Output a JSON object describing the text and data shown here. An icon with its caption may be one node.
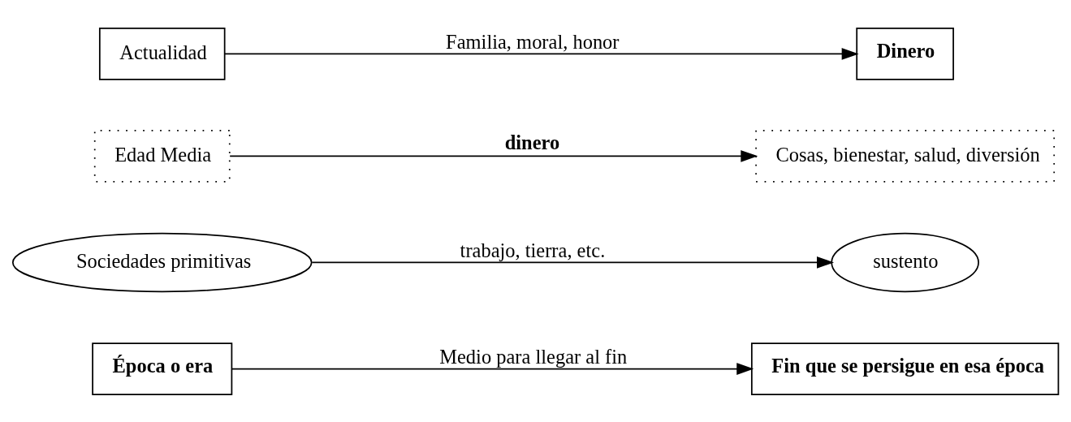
{
  "diagram": {
    "nodes": [
      {
        "text": [
          "Época o era"
        ]
      },
      {
        "text": [
          "Fin que se persigue en esa época"
        ]
      },
      {
        "text": [
          "Sociedades primitivas"
        ]
      },
      {
        "text": [
          "sustento"
        ]
      },
      {
        "text": [
          "Edad Media"
        ]
      },
      {
        "text": [
          "Cosas, bienestar, salud, diversión"
        ]
      },
      {
        "text": [
          "Actualidad"
        ]
      },
      {
        "text": [
          "Dinero"
        ]
      }
    ],
    "edges": [
      {
        "from": 0,
        "to": 1,
        "arrow": "to",
        "label": "Medio para llegar al fin"
      },
      {
        "from": 2,
        "to": 3,
        "arrow": "to",
        "label": "trabajo, tierra, etc."
      },
      {
        "from": 4,
        "to": 5,
        "arrow": "to",
        "label": "dinero"
      },
      {
        "from": 6,
        "to": 7,
        "arrow": "to",
        "label": "Familia, moral, honor"
      }
    ]
  }
}
